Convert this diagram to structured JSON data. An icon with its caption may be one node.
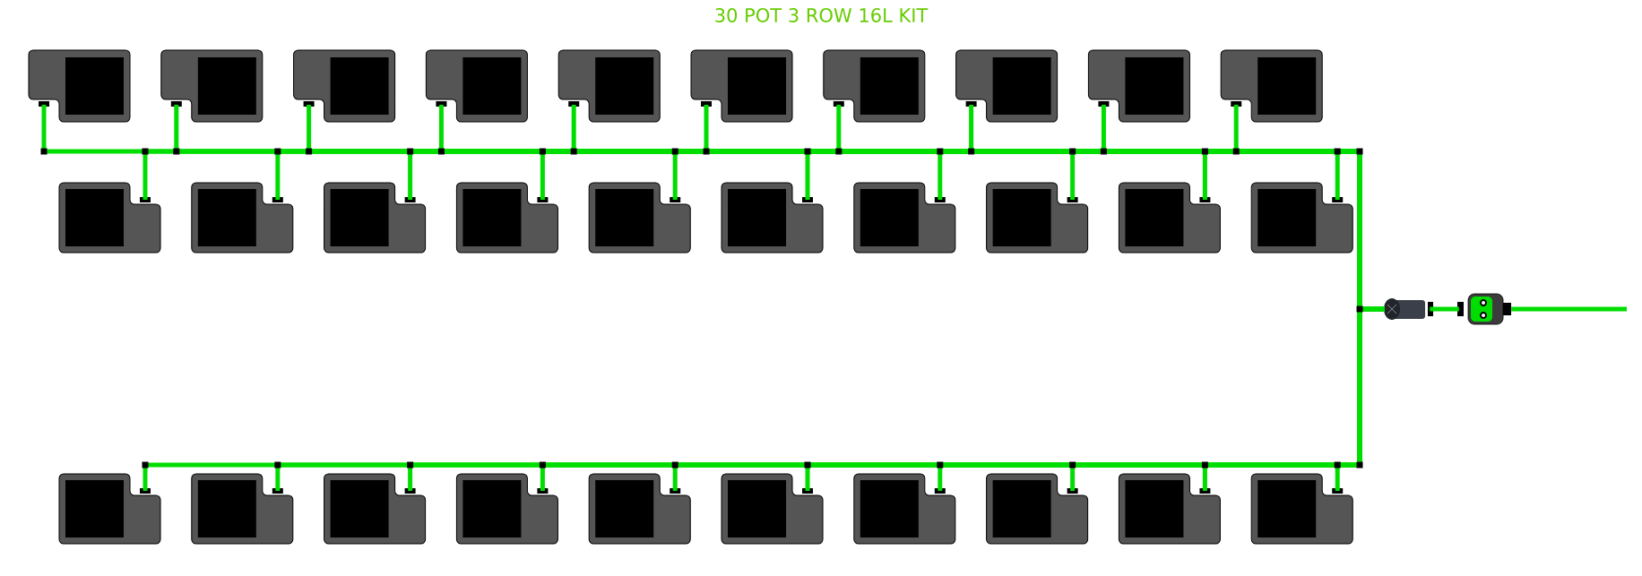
{
  "diagram": {
    "title": "30 POT 3 ROW 16L KIT",
    "nodes": [
      {
        "text": [],
        "shape": "pot"
      },
      {
        "text": [],
        "shape": "pot"
      },
      {
        "text": [],
        "shape": "pot"
      },
      {
        "text": [],
        "shape": "pot"
      },
      {
        "text": [],
        "shape": "pot"
      },
      {
        "text": [],
        "shape": "pot"
      },
      {
        "text": [],
        "shape": "pot"
      },
      {
        "text": [],
        "shape": "pot"
      },
      {
        "text": [],
        "shape": "pot"
      },
      {
        "text": [],
        "shape": "pot"
      },
      {
        "text": [],
        "shape": "pot"
      },
      {
        "text": [],
        "shape": "pot"
      },
      {
        "text": [],
        "shape": "pot"
      },
      {
        "text": [],
        "shape": "pot"
      },
      {
        "text": [],
        "shape": "pot"
      },
      {
        "text": [],
        "shape": "pot"
      },
      {
        "text": [],
        "shape": "pot"
      },
      {
        "text": [],
        "shape": "pot"
      },
      {
        "text": [],
        "shape": "pot"
      },
      {
        "text": [],
        "shape": "pot"
      },
      {
        "text": [],
        "shape": "pot"
      },
      {
        "text": [],
        "shape": "pot"
      },
      {
        "text": [],
        "shape": "pot"
      },
      {
        "text": [],
        "shape": "pot"
      },
      {
        "text": [],
        "shape": "pot"
      },
      {
        "text": [],
        "shape": "pot"
      },
      {
        "text": [],
        "shape": "pot"
      },
      {
        "text": [],
        "shape": "pot"
      },
      {
        "text": [],
        "shape": "pot"
      },
      {
        "text": [],
        "shape": "pot"
      },
      {
        "text": [],
        "shape": "cylinder"
      },
      {
        "text": [],
        "shape": "picture"
      }
    ],
    "edges": [
      {
        "from": null,
        "to": 31,
        "arrow": "none"
      },
      {
        "from": 31,
        "to": 30,
        "arrow": "none"
      },
      {
        "from": 30,
        "to": 0,
        "arrow": "none"
      },
      {
        "from": 30,
        "to": 1,
        "arrow": "none"
      },
      {
        "from": 30,
        "to": 2,
        "arrow": "none"
      },
      {
        "from": 30,
        "to": 3,
        "arrow": "none"
      },
      {
        "from": 30,
        "to": 4,
        "arrow": "none"
      },
      {
        "from": 30,
        "to": 5,
        "arrow": "none"
      },
      {
        "from": 30,
        "to": 6,
        "arrow": "none"
      },
      {
        "from": 30,
        "to": 7,
        "arrow": "none"
      },
      {
        "from": 30,
        "to": 8,
        "arrow": "none"
      },
      {
        "from": 30,
        "to": 9,
        "arrow": "none"
      },
      {
        "from": 30,
        "to": 10,
        "arrow": "none"
      },
      {
        "from": 30,
        "to": 11,
        "arrow": "none"
      },
      {
        "from": 30,
        "to": 12,
        "arrow": "none"
      },
      {
        "from": 30,
        "to": 13,
        "arrow": "none"
      },
      {
        "from": 30,
        "to": 14,
        "arrow": "none"
      },
      {
        "from": 30,
        "to": 15,
        "arrow": "none"
      },
      {
        "from": 30,
        "to": 16,
        "arrow": "none"
      },
      {
        "from": 30,
        "to": 17,
        "arrow": "none"
      },
      {
        "from": 30,
        "to": 18,
        "arrow": "none"
      },
      {
        "from": 30,
        "to": 19,
        "arrow": "none"
      },
      {
        "from": 30,
        "to": 20,
        "arrow": "none"
      },
      {
        "from": 30,
        "to": 21,
        "arrow": "none"
      },
      {
        "from": 30,
        "to": 22,
        "arrow": "none"
      },
      {
        "from": 30,
        "to": 23,
        "arrow": "none"
      },
      {
        "from": 30,
        "to": 24,
        "arrow": "none"
      },
      {
        "from": 30,
        "to": 25,
        "arrow": "none"
      },
      {
        "from": 30,
        "to": 26,
        "arrow": "none"
      },
      {
        "from": 30,
        "to": 27,
        "arrow": "none"
      },
      {
        "from": 30,
        "to": 28,
        "arrow": "none"
      },
      {
        "from": 30,
        "to": 29,
        "arrow": "none"
      }
    ]
  }
}
